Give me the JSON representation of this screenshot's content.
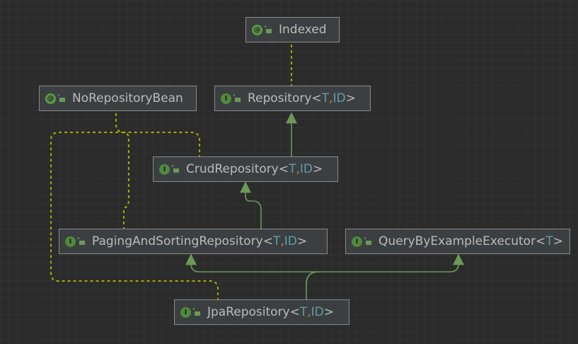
{
  "colors": {
    "background": "#2b2b2b",
    "node_fill": "#3c3f41",
    "node_border": "#8a8a8a",
    "node_text": "#bbbbbb",
    "type_param": "#5e9fa8",
    "comma": "#cc7832",
    "badge": "#4f8a3d",
    "extends_edge": "#6a9a58",
    "annotation_edge": "#a8a800"
  },
  "nodes": {
    "indexed": {
      "kind": "annotation",
      "badge": "@",
      "name": "Indexed",
      "lock_icon": "lock-open-icon"
    },
    "no_repository_bean": {
      "kind": "annotation",
      "badge": "@",
      "name": "NoRepositoryBean",
      "lock_icon": "lock-open-icon"
    },
    "repository": {
      "kind": "interface",
      "badge": "I",
      "name": "Repository",
      "open": "<",
      "p1": "T",
      "sep": ",",
      "p2": " ID",
      "close": ">"
    },
    "crud_repository": {
      "kind": "interface",
      "badge": "I",
      "name": "CrudRepository",
      "open": "<",
      "p1": "T",
      "sep": ",",
      "p2": " ID",
      "close": ">"
    },
    "paging_and_sorting_repository": {
      "kind": "interface",
      "badge": "I",
      "name": "PagingAndSortingRepository",
      "open": "<",
      "p1": "T",
      "sep": ",",
      "p2": " ID",
      "close": ">"
    },
    "query_by_example_executor": {
      "kind": "interface",
      "badge": "I",
      "name": "QueryByExampleExecutor",
      "open": "<",
      "p1": "T",
      "close": ">"
    },
    "jpa_repository": {
      "kind": "interface",
      "badge": "I",
      "name": "JpaRepository",
      "open": "<",
      "p1": "T",
      "sep": ",",
      "p2": " ID",
      "close": ">"
    }
  },
  "edges": [
    {
      "from": "repository",
      "to": "indexed",
      "style": "annotated-by"
    },
    {
      "from": "crud_repository",
      "to": "repository",
      "style": "extends"
    },
    {
      "from": "paging_and_sorting_repository",
      "to": "crud_repository",
      "style": "extends"
    },
    {
      "from": "jpa_repository",
      "to": "paging_and_sorting_repository",
      "style": "extends"
    },
    {
      "from": "jpa_repository",
      "to": "query_by_example_executor",
      "style": "extends"
    },
    {
      "from": "crud_repository",
      "to": "no_repository_bean",
      "style": "annotated-by"
    },
    {
      "from": "paging_and_sorting_repository",
      "to": "no_repository_bean",
      "style": "annotated-by"
    },
    {
      "from": "jpa_repository",
      "to": "no_repository_bean",
      "style": "annotated-by"
    }
  ]
}
